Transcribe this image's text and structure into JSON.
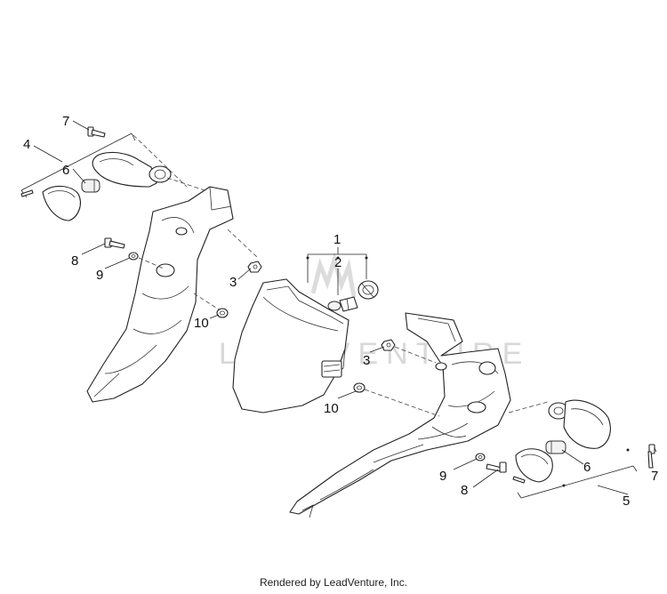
{
  "callouts": {
    "c1": "1",
    "c2": "2",
    "c3a": "3",
    "c3b": "3",
    "c4": "4",
    "c5": "5",
    "c6a": "6",
    "c6b": "6",
    "c7a": "7",
    "c7b": "7",
    "c8a": "8",
    "c8b": "8",
    "c9a": "9",
    "c9b": "9",
    "c10a": "10",
    "c10b": "10"
  },
  "watermark": "LEADVENTURE",
  "footer": "Rendered by LeadVenture, Inc."
}
